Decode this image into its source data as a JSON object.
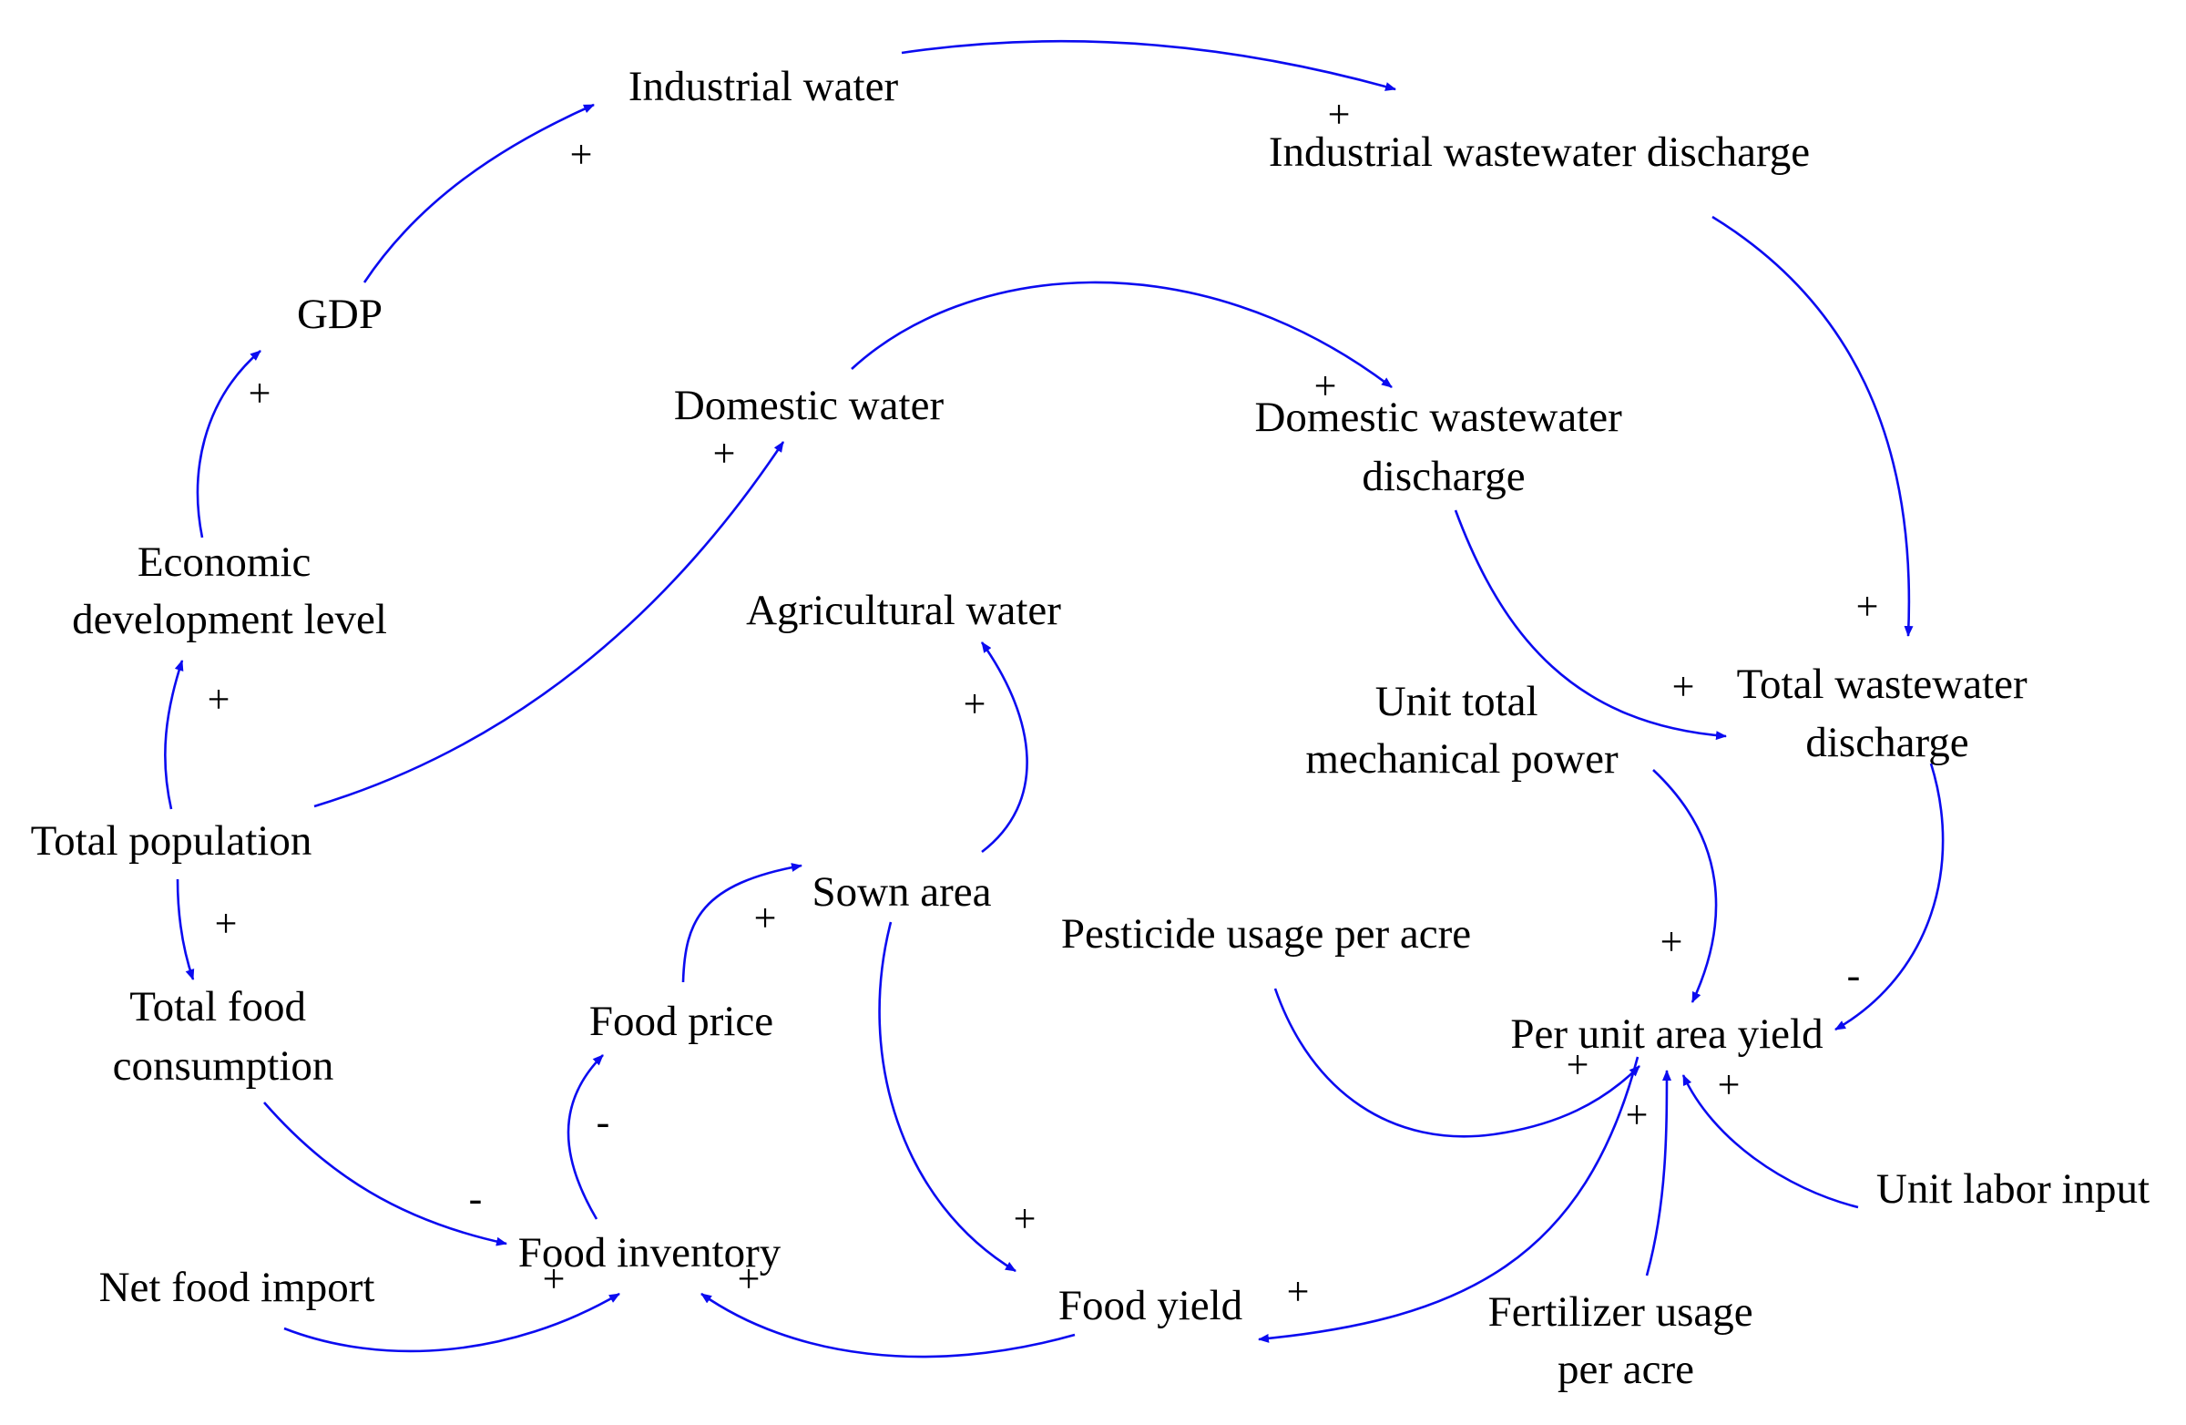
{
  "colors": {
    "arrow": "#0b0bf0",
    "text": "#000000",
    "background": "#ffffff"
  },
  "nodes": {
    "industrial_water": "Industrial water",
    "industrial_wastewater_discharge": "Industrial wastewater discharge",
    "gdp": "GDP",
    "domestic_water": "Domestic water",
    "domestic_wastewater_discharge": [
      "Domestic wastewater",
      "discharge"
    ],
    "economic_development_level": [
      "Economic",
      "development level"
    ],
    "agricultural_water": "Agricultural water",
    "unit_total_mechanical_power": [
      "Unit total",
      "mechanical power"
    ],
    "total_wastewater_discharge": [
      "Total wastewater",
      "discharge"
    ],
    "total_population": "Total population",
    "sown_area": "Sown area",
    "pesticide_usage_per_acre": "Pesticide usage per acre",
    "total_food_consumption": [
      "Total food",
      "consumption"
    ],
    "food_price": "Food price",
    "per_unit_area_yield": "Per unit area yield",
    "unit_labor_input": "Unit labor input",
    "food_inventory": "Food inventory",
    "net_food_import": "Net food import",
    "food_yield": "Food yield",
    "fertilizer_usage_per_acre": [
      "Fertilizer usage",
      "per acre"
    ]
  },
  "links": [
    {
      "id": "economic-to-gdp",
      "polarity": "+"
    },
    {
      "id": "gdp-to-industrial-water",
      "polarity": "+"
    },
    {
      "id": "industrial-water-to-industrial-wastewater",
      "polarity": "+"
    },
    {
      "id": "industrial-wastewater-to-total-wastewater",
      "polarity": "+"
    },
    {
      "id": "domestic-water-to-domestic-wastewater",
      "polarity": "+"
    },
    {
      "id": "domestic-wastewater-to-total-wastewater",
      "polarity": "+"
    },
    {
      "id": "population-to-economic",
      "polarity": "+"
    },
    {
      "id": "population-to-domestic-water",
      "polarity": "+"
    },
    {
      "id": "population-to-food-consumption",
      "polarity": "+"
    },
    {
      "id": "food-consumption-to-food-inventory",
      "polarity": "-"
    },
    {
      "id": "food-inventory-to-food-price",
      "polarity": "-"
    },
    {
      "id": "food-price-to-sown-area",
      "polarity": "+"
    },
    {
      "id": "sown-area-to-agricultural-water",
      "polarity": "+"
    },
    {
      "id": "sown-area-to-food-yield",
      "polarity": "+"
    },
    {
      "id": "food-yield-to-food-inventory",
      "polarity": "+"
    },
    {
      "id": "net-food-import-to-food-inventory",
      "polarity": "+"
    },
    {
      "id": "per-unit-yield-to-food-yield",
      "polarity": "+"
    },
    {
      "id": "total-wastewater-to-per-unit-yield",
      "polarity": "-"
    },
    {
      "id": "mechanical-power-to-per-unit-yield",
      "polarity": "+"
    },
    {
      "id": "pesticide-to-per-unit-yield",
      "polarity": "+"
    },
    {
      "id": "fertilizer-to-per-unit-yield",
      "polarity": "+"
    },
    {
      "id": "labor-to-per-unit-yield",
      "polarity": "+"
    }
  ]
}
